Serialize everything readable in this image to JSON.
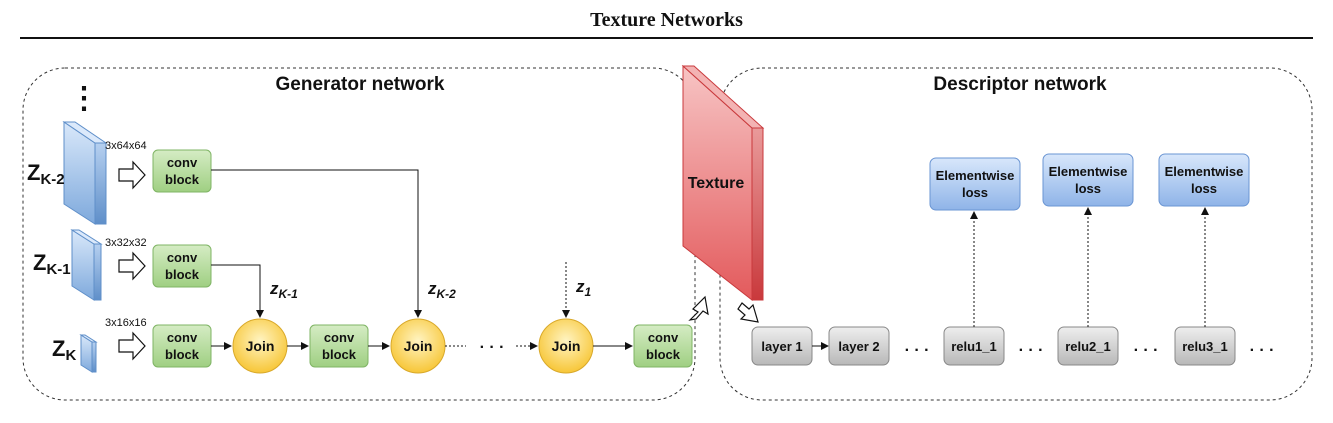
{
  "title": "Texture Networks",
  "generator": {
    "label": "Generator network",
    "inputs": [
      {
        "base": "Z",
        "sub": "K-2",
        "size": "3x64x64"
      },
      {
        "base": "Z",
        "sub": "K-1",
        "size": "3x32x32"
      },
      {
        "base": "Z",
        "sub": "K",
        "size": "3x16x16"
      }
    ],
    "conv_label": [
      "conv",
      "block"
    ],
    "join_label": "Join",
    "z_labels": [
      {
        "base": "z",
        "sub": "K-1"
      },
      {
        "base": "z",
        "sub": "K-2"
      },
      {
        "base": "z",
        "sub": "1"
      }
    ],
    "vdots": "⋮",
    "dots": "· · ·"
  },
  "texture_label": "Texture",
  "descriptor": {
    "label": "Descriptor network",
    "layers": [
      "layer 1",
      "layer 2",
      "relu1_1",
      "relu2_1",
      "relu3_1"
    ],
    "loss_label": [
      "Elementwise",
      "loss"
    ],
    "dots": "· · ·"
  },
  "colors": {
    "input_blue": "#9dbfe8",
    "conv_green": "#b3d99a",
    "join_yellow": "#fcd55a",
    "texture_red": "#e8686a",
    "loss_blue": "#a9c6ef",
    "layer_gray": "#c8c8c8"
  }
}
